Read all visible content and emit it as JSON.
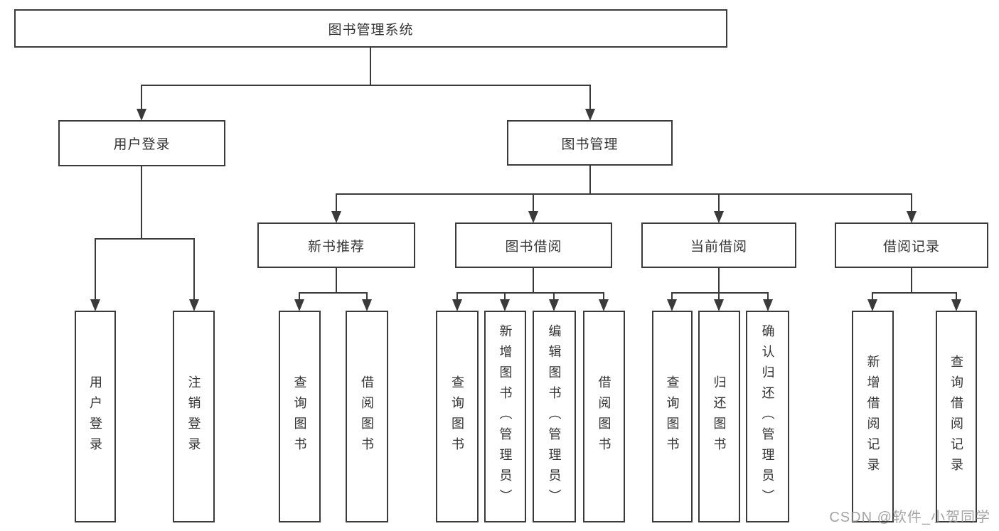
{
  "nodes": {
    "root": "图书管理系统",
    "userLogin": "用户登录",
    "bookMgmt": "图书管理",
    "newBooks": "新书推荐",
    "bookBorrow": "图书借阅",
    "currentBorrow": "当前借阅",
    "borrowRecords": "借阅记录",
    "leaves": {
      "login": "用户登录",
      "logout": "注销登录",
      "nbQuery": "查询图书",
      "nbBorrow": "借阅图书",
      "bbQuery": "查询图书",
      "bbAdd": "新增图书（管理员）",
      "bbEdit": "编辑图书（管理员）",
      "bbBorrow": "借阅图书",
      "cbQuery": "查询图书",
      "cbReturn": "归还图书",
      "cbConfirm": "确认归还（管理员）",
      "brAdd": "新增借阅记录",
      "brQuery": "查询借阅记录"
    }
  },
  "hierarchy": {
    "root": [
      "userLogin",
      "bookMgmt"
    ],
    "userLogin": [
      "login",
      "logout"
    ],
    "bookMgmt": [
      "newBooks",
      "bookBorrow",
      "currentBorrow",
      "borrowRecords"
    ],
    "newBooks": [
      "nbQuery",
      "nbBorrow"
    ],
    "bookBorrow": [
      "bbQuery",
      "bbAdd",
      "bbEdit",
      "bbBorrow"
    ],
    "currentBorrow": [
      "cbQuery",
      "cbReturn",
      "cbConfirm"
    ],
    "borrowRecords": [
      "brAdd",
      "brQuery"
    ]
  },
  "watermark": "CSDN @软件_小贺同学",
  "colors": {
    "line": "#3a3a3a",
    "text": "#333333",
    "watermark": "#949494",
    "background": "#ffffff"
  }
}
